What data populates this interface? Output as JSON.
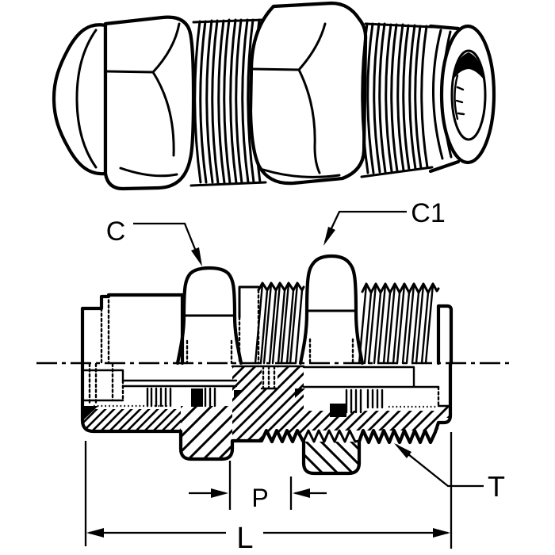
{
  "canvas": {
    "background": "#ffffff",
    "ink": "#000000"
  },
  "figure": {
    "labels": {
      "c": "C",
      "c1": "C1",
      "p": "P",
      "t": "T",
      "l": "L"
    }
  }
}
